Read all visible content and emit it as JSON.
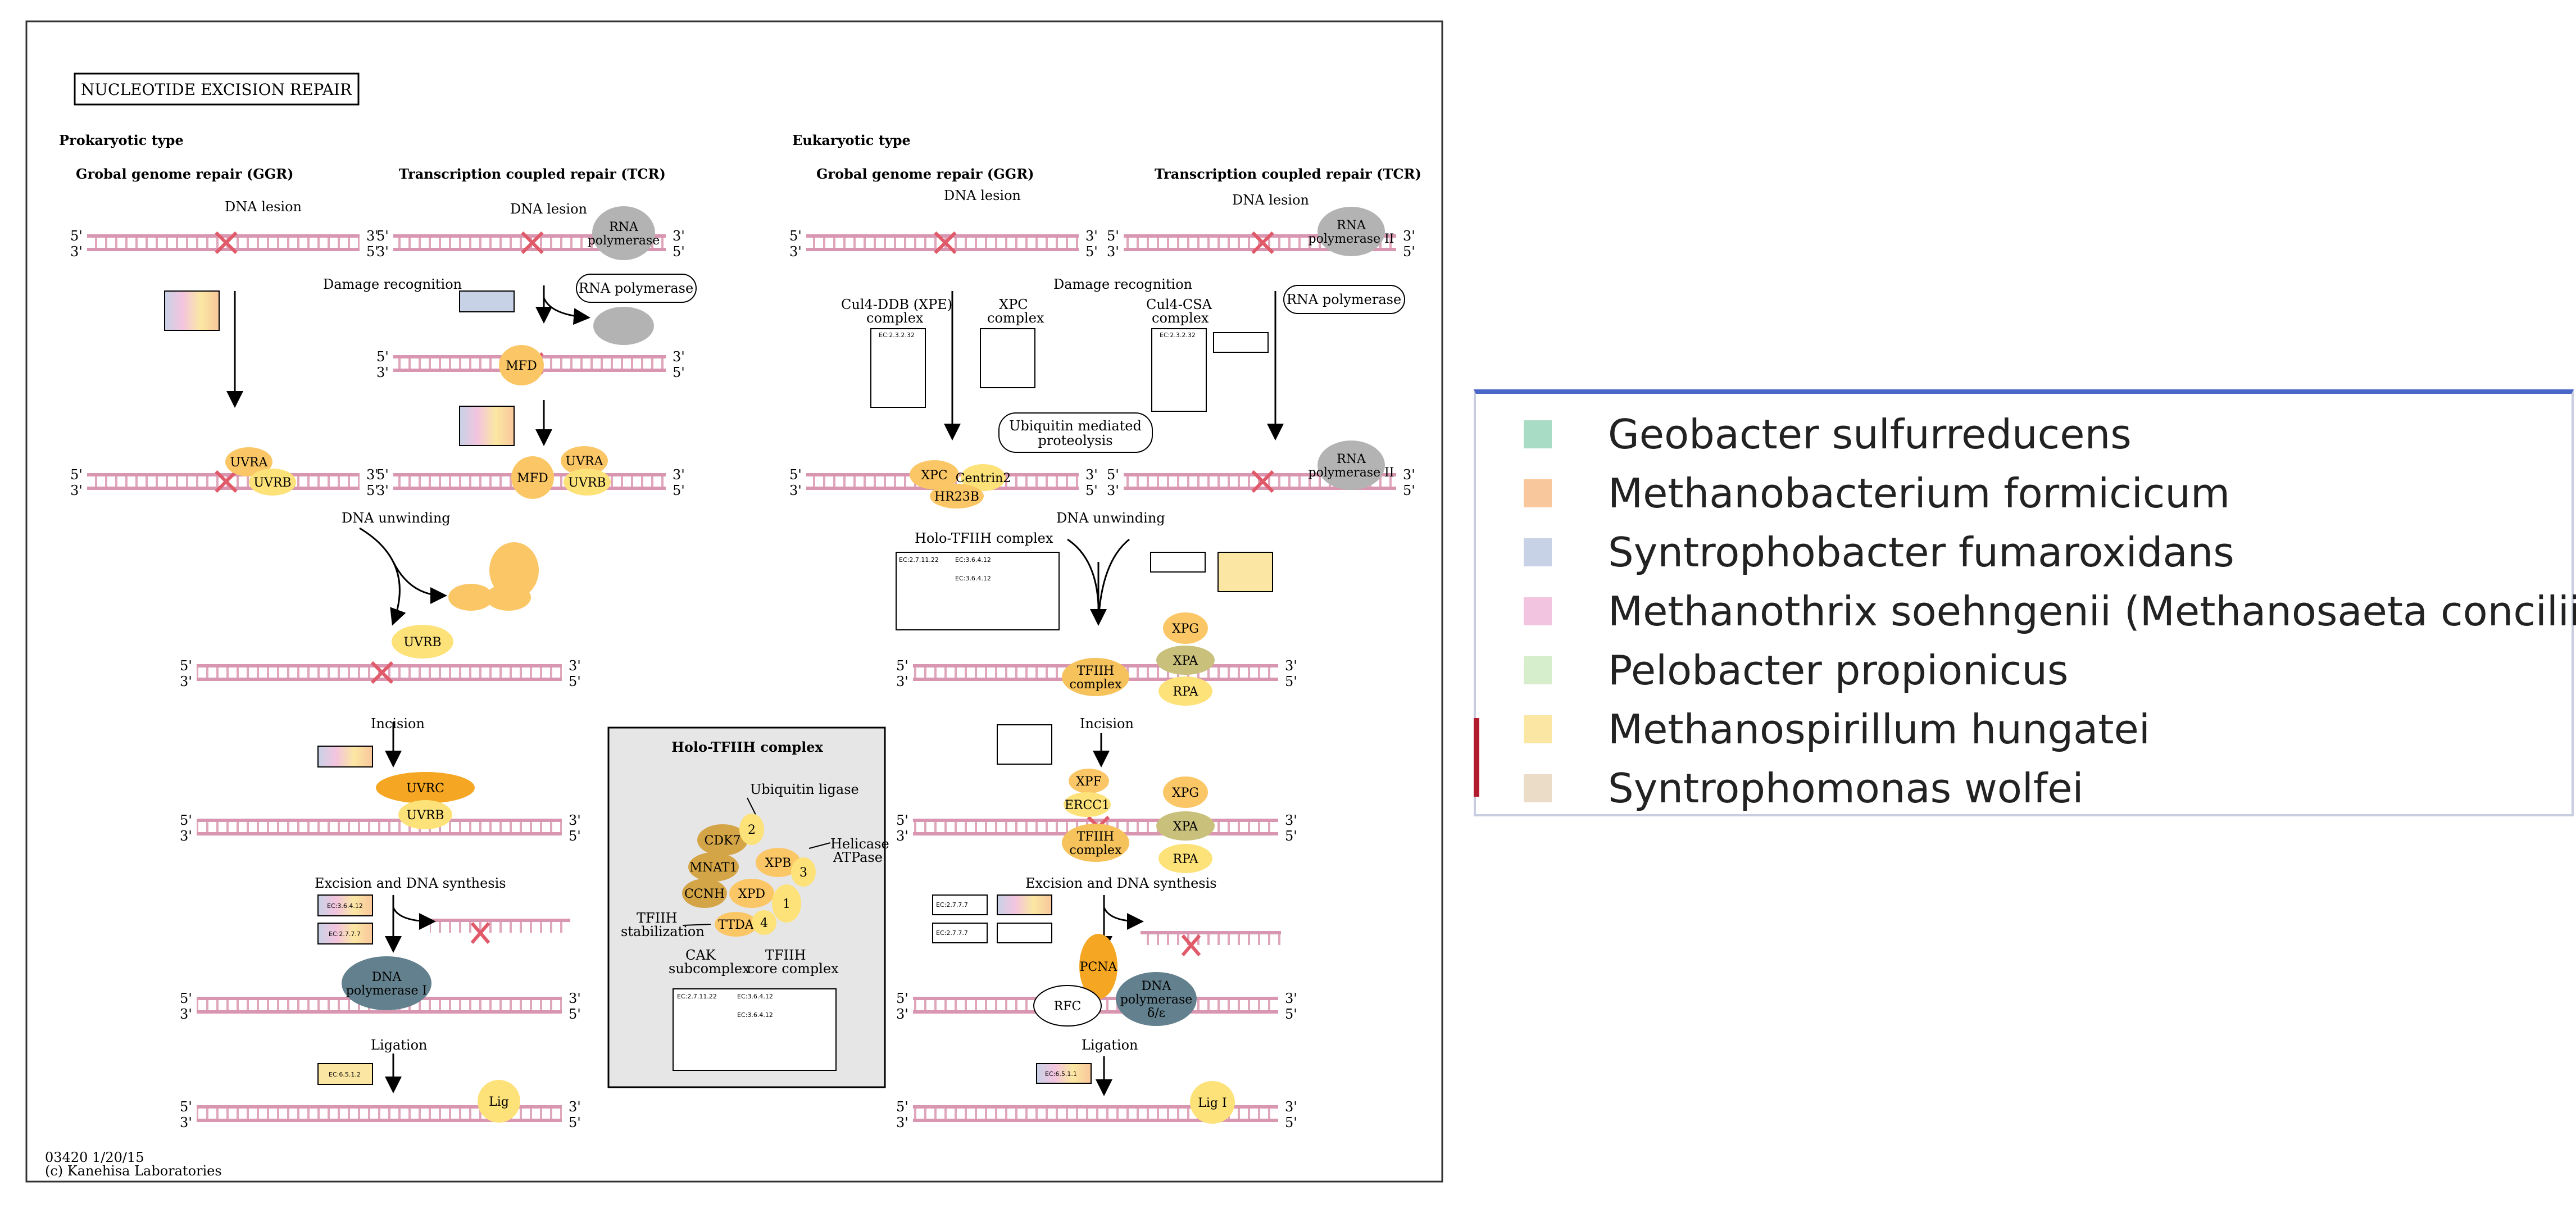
{
  "title": "NUCLEOTIDE EXCISION REPAIR",
  "footer": {
    "map_id": "03420 1/20/15",
    "copyright": "(c) Kanehisa Laboratories"
  },
  "prokaryotic": {
    "heading": "Prokaryotic type",
    "ggr": "Grobal genome repair (GGR)",
    "tcr": "Transcription coupled repair (TCR)"
  },
  "eukaryotic": {
    "heading": "Eukaryotic type",
    "ggr": "Grobal genome repair (GGR)",
    "tcr": "Transcription coupled repair (TCR)"
  },
  "labels": {
    "dna_lesion": "DNA lesion",
    "damage_recognition": "Damage recognition",
    "dna_unwinding": "DNA unwinding",
    "incision": "Incision",
    "excision": "Excision and DNA synthesis",
    "ligation": "Ligation",
    "rna_polymerase": "RNA polymerase",
    "ubiquitin_proteolysis_1": "Ubiquitin mediated",
    "ubiquitin_proteolysis_2": "proteolysis",
    "holo_tfiih": "Holo-TFIIH complex",
    "cul4_ddb_1": "Cul4-DDB (XPE)",
    "cul4_csa_1": "Cul4-CSA",
    "xpc_label": "XPC",
    "complex": "complex",
    "five": "5'",
    "three": "3'"
  },
  "proteins": {
    "uvra": "UVRA",
    "uvrb": "UVRB",
    "uvrc": "UVRC",
    "mfd": "MFD",
    "dna_pol_1": "DNA",
    "dna_pol_2": "polymerase I",
    "lig": "Lig",
    "lig1": "Lig I",
    "rnap_1": "RNA",
    "rnap_2": "polymerase",
    "rnap2_2": "polymerase II",
    "xpc": "XPC",
    "centrin2": "Centrin2",
    "hr23b": "HR23B",
    "xpg": "XPG",
    "xpa": "XPA",
    "rpa": "RPA",
    "tfiih_1": "TFIIH",
    "tfiih_2": "complex",
    "xpf": "XPF",
    "ercc1": "ERCC1",
    "pcna": "PCNA",
    "rfc": "RFC",
    "pol_de_1": "DNA",
    "pol_de_2": "polymerase",
    "pol_de_3": "δ/ε"
  },
  "inset": {
    "title": "Holo-TFIIH complex",
    "ubiquitin_ligase": "Ubiquitin ligase",
    "helicase_1": "Helicase",
    "helicase_2": "ATPase",
    "tfiih_stab_1": "TFIIH",
    "tfiih_stab_2": "stabilization",
    "cak_1": "CAK",
    "cak_2": "subcomplex",
    "core_1": "TFIIH",
    "core_2": "core complex",
    "cdk7": "CDK7",
    "mnat1": "MNAT1",
    "ccnh": "CCNH",
    "xpd": "XPD",
    "xpb": "XPB",
    "ttda": "TTDA",
    "n1": "1",
    "n2": "2",
    "n3": "3",
    "n4": "4"
  },
  "ec_numbers": {
    "ec_36412": "EC:3.6.4.12",
    "ec_2777": "EC:2.7.7.7",
    "ec_6512": "EC:6.5.1.2",
    "ec_6511": "EC:6.5.1.1",
    "ec_23232": "EC:2.3.2.32",
    "ec_2711122": "EC:2.7.11.22"
  },
  "legend": {
    "items": [
      {
        "name": "Geobacter sulfurreducens",
        "color": "#a8dcc4"
      },
      {
        "name": "Methanobacterium formicicum",
        "color": "#f9c79c"
      },
      {
        "name": "Syntrophobacter fumaroxidans",
        "color": "#c8d2e6"
      },
      {
        "name": "Methanothrix soehngenii (Methanosaeta concilii)",
        "color": "#f3c4df"
      },
      {
        "name": "Pelobacter propionicus",
        "color": "#d6eecb"
      },
      {
        "name": "Methanospirillum hungatei",
        "color": "#fbe7a3"
      },
      {
        "name": "Syntrophomonas wolfei",
        "color": "#ebdcc7"
      }
    ]
  }
}
